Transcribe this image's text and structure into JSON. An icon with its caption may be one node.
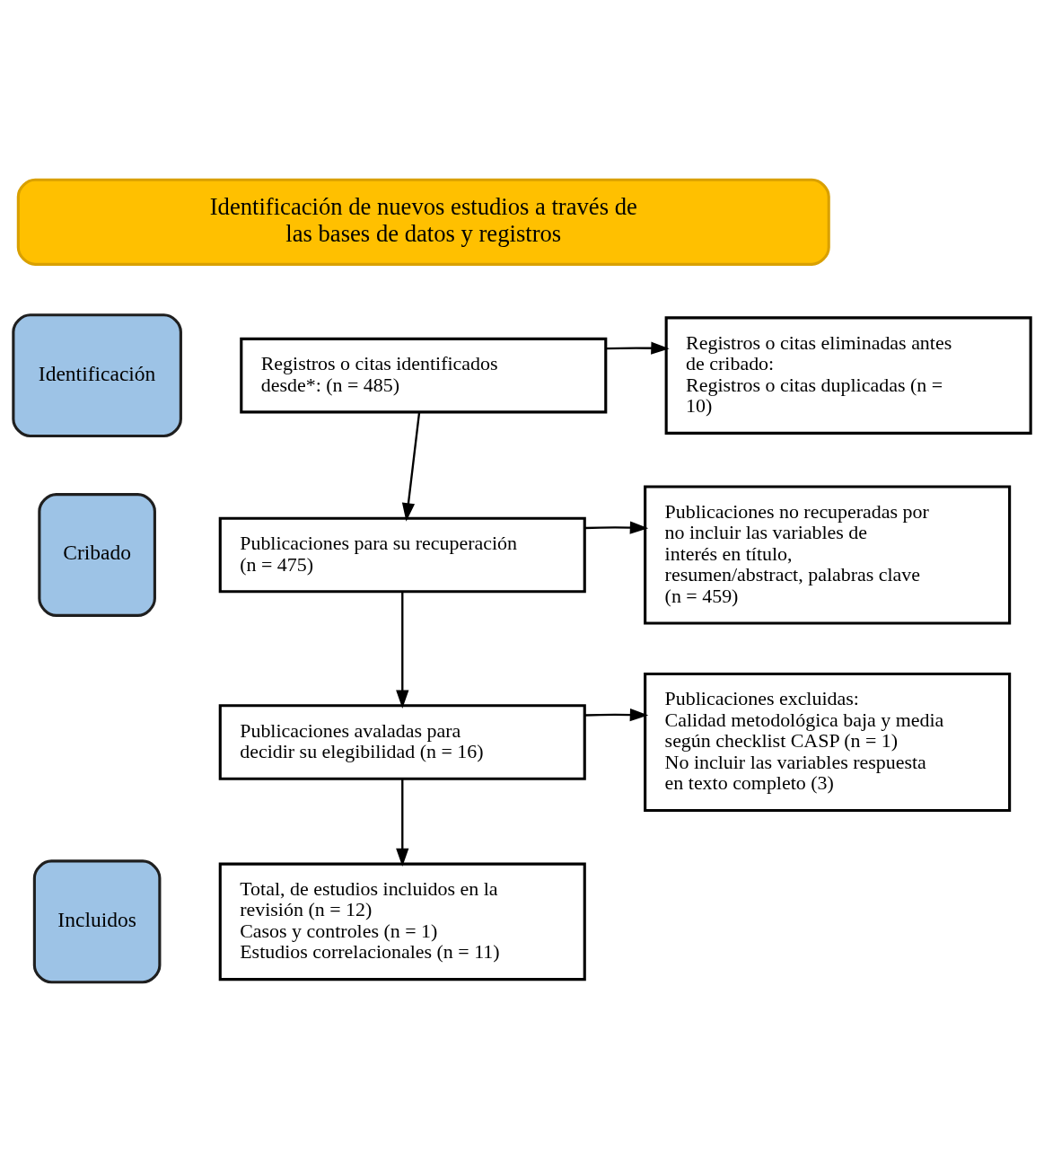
{
  "diagram": {
    "nodes": [
      {
        "text": [
          "Identificación de nuevos estudios a través de las bases de datos y registros"
        ]
      },
      {
        "text": [
          "Identificación"
        ]
      },
      {
        "text": [
          "Registros o citas identificados desde*: (n = 485)"
        ]
      },
      {
        "text": [
          "Registros o citas eliminadas antes de cribado:",
          "Registros o citas duplicadas (n = 10)"
        ]
      },
      {
        "text": [
          "Cribado"
        ]
      },
      {
        "text": [
          "Publicaciones para su recuperación (n = 475)"
        ]
      },
      {
        "text": [
          "Publicaciones no recuperadas por no incluir las variables de interés en título, resumen/abstract, palabras clave (n = 459)"
        ]
      },
      {
        "text": [
          "Publicaciones avaladas para decidir su elegibilidad (n = 16)"
        ]
      },
      {
        "text": [
          "Publicaciones excluidas:",
          "Calidad metodológica baja y media según checklist CASP (n = 1)",
          "No incluir las variables respuesta en texto completo (3)"
        ]
      },
      {
        "text": [
          "Incluidos"
        ]
      },
      {
        "text": [
          "Total, de estudios incluidos en la revisión (n = 12)",
          "Casos y controles (n = 1)",
          "Estudios correlacionales (n = 11)"
        ]
      }
    ],
    "edges": [
      {
        "from": 2,
        "to": 3,
        "arrow": "to"
      },
      {
        "from": 2,
        "to": 5,
        "arrow": "to"
      },
      {
        "from": 5,
        "to": 6,
        "arrow": "to"
      },
      {
        "from": 5,
        "to": 7,
        "arrow": "to"
      },
      {
        "from": 7,
        "to": 8,
        "arrow": "to"
      },
      {
        "from": 7,
        "to": 10,
        "arrow": "to"
      }
    ]
  }
}
